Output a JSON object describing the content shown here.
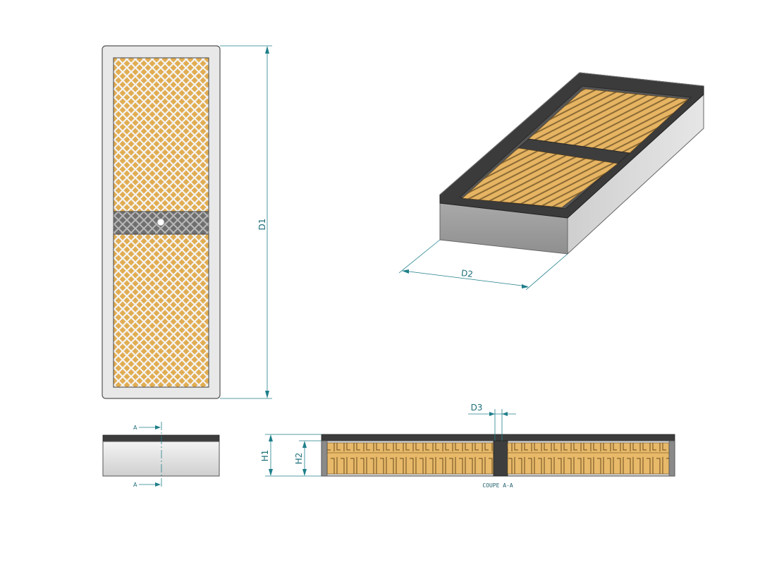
{
  "dimensions": {
    "d1": "D1",
    "d2": "D2",
    "d3": "D3",
    "h1": "H1",
    "h2": "H2"
  },
  "section": {
    "mark_top": "A",
    "mark_bottom": "A",
    "caption": "COUPE A-A"
  },
  "colors": {
    "dimension_line": "#1f7f8a",
    "frame_dark": "#3a3a3a",
    "frame_light": "#d9d9d9",
    "filter_media": "#e2b25c",
    "mesh": "#f2f2f2"
  }
}
